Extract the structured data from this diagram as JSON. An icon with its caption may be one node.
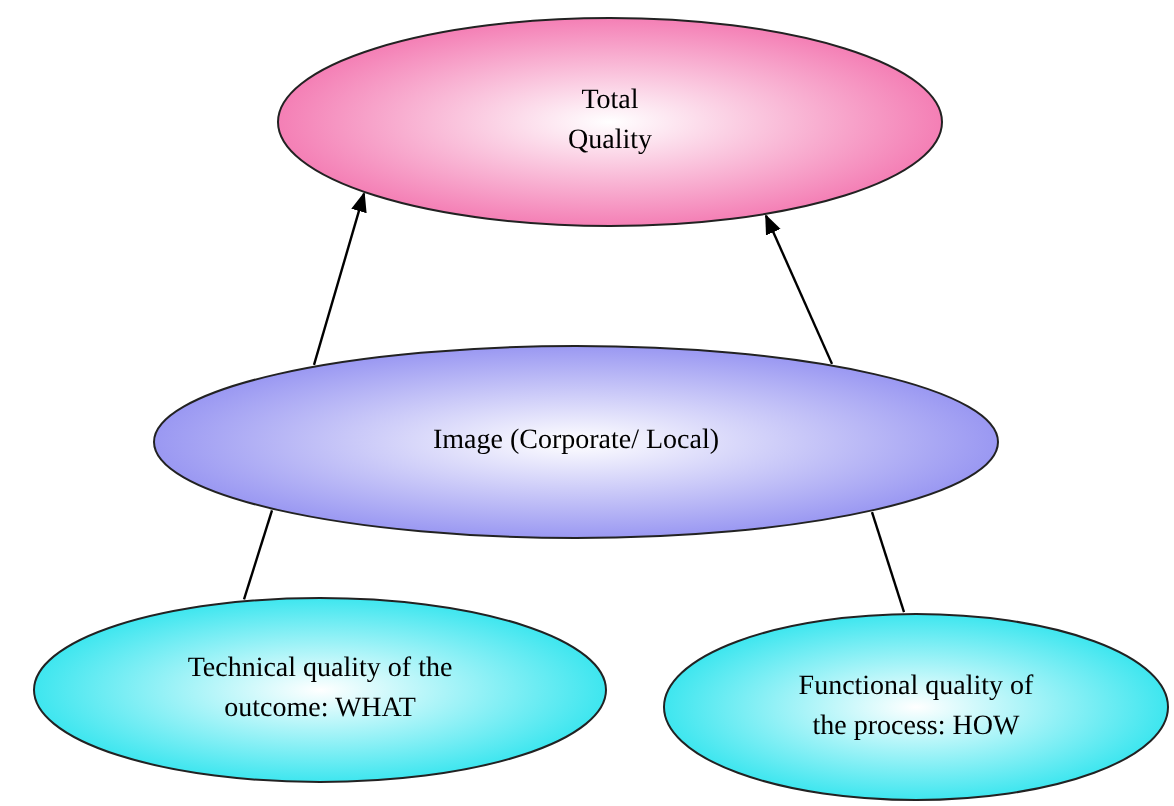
{
  "diagram": {
    "nodes": [
      {
        "text": [
          "Total Quality"
        ]
      },
      {
        "text": [
          "Image (Corporate/ Local)"
        ]
      },
      {
        "text": [
          "Technical quality of the outcome: WHAT"
        ]
      },
      {
        "text": [
          "Functional quality of the process: HOW"
        ]
      }
    ],
    "edges": [
      {
        "from": 1,
        "to": 0,
        "arrow": "to"
      },
      {
        "from": 1,
        "to": 0,
        "arrow": "to"
      },
      {
        "from": 2,
        "to": 1,
        "arrow": "none"
      },
      {
        "from": 3,
        "to": 1,
        "arrow": "none"
      }
    ]
  }
}
